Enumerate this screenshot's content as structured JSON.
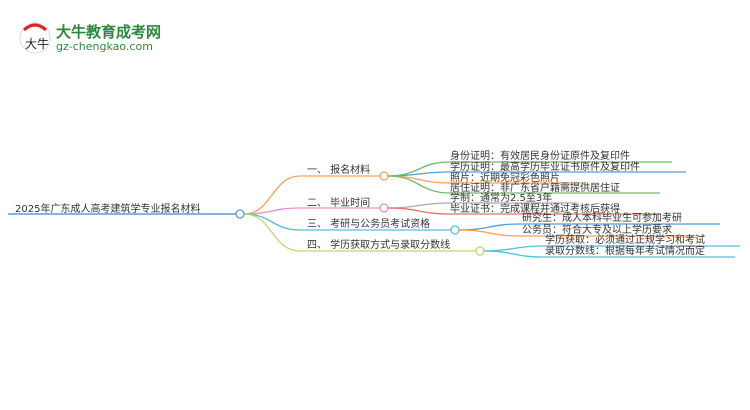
{
  "logo": {
    "brand": "大牛教育成考网",
    "url": "gz-chengkao.com",
    "mark": "大牛"
  },
  "root": {
    "label": "2025年广东成人高考建筑学专业报名材料",
    "color": "#5b9bd5"
  },
  "branches": [
    {
      "label": "一、 报名材料",
      "color": "#f5a25d",
      "leaves": [
        {
          "label": "身份证明：有效居民身份证原件及复印件",
          "color": "#6abf69"
        },
        {
          "label": "学历证明：最高学历毕业证书原件及复印件",
          "color": "#5b9bd5"
        },
        {
          "label": "照片：近期免冠彩色照片",
          "color": "#f5a25d"
        },
        {
          "label": "居住证明：非广东省户籍需提供居住证",
          "color": "#6abf69"
        }
      ]
    },
    {
      "label": "二、 毕业时间",
      "color": "#e58fc8",
      "leaves": [
        {
          "label": "学制：通常为2.5至3年",
          "color": "#aaaaaa"
        },
        {
          "label": "毕业证书：完成课程并通过考核后获得",
          "color": "#e86e6e"
        }
      ]
    },
    {
      "label": "三、 考研与公务员考试资格",
      "color": "#4cc3d9",
      "leaves": [
        {
          "label": "研究生：成人本科毕业生可参加考研",
          "color": "#5b9bd5"
        },
        {
          "label": "公务员：符合大专及以上学历要求",
          "color": "#f5a25d"
        }
      ]
    },
    {
      "label": "四、 学历获取方式与录取分数线",
      "color": "#cfcf6a",
      "leaves": [
        {
          "label": "学历获取：必须通过正规学习和考试",
          "color": "#4cc3d9"
        },
        {
          "label": "录取分数线：根据每年考试情况而定",
          "color": "#4cc3d9"
        }
      ]
    }
  ]
}
